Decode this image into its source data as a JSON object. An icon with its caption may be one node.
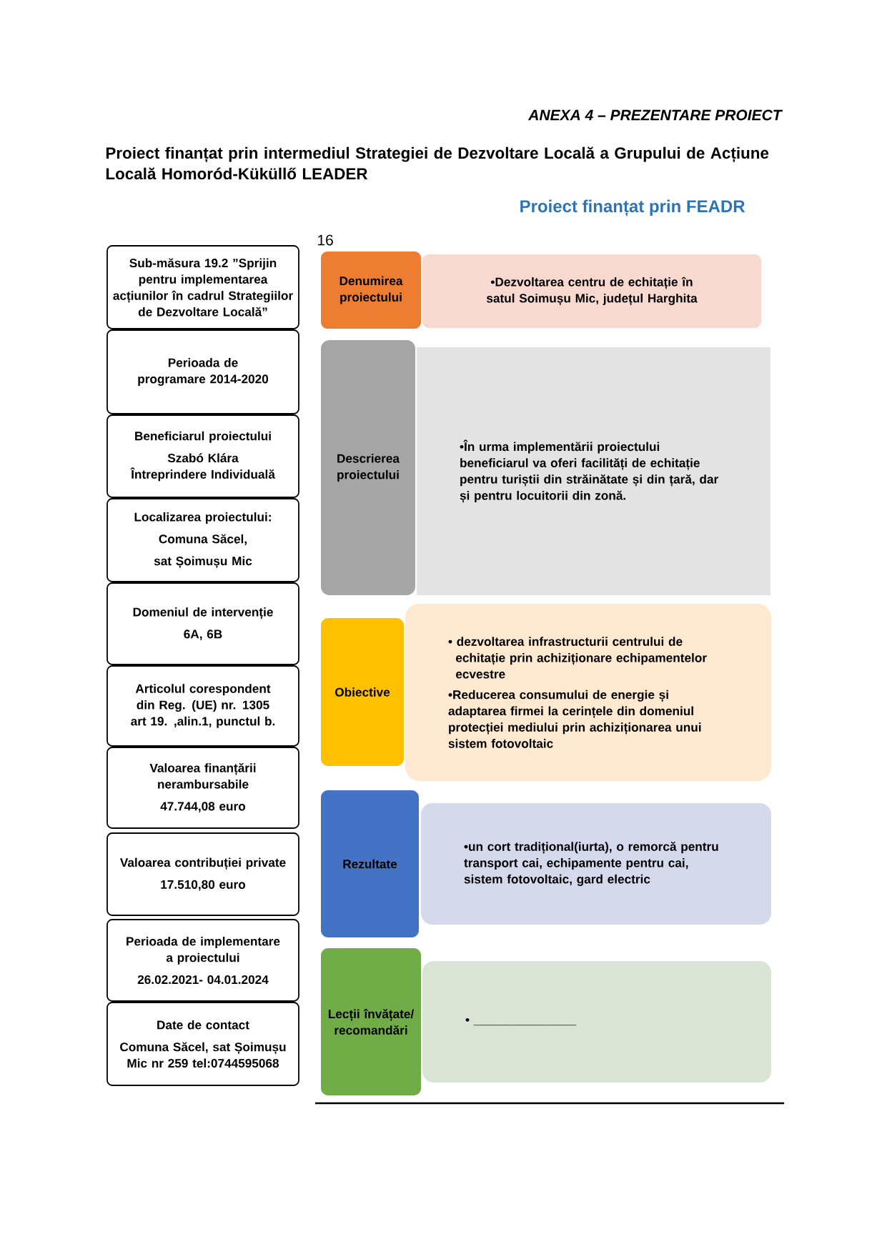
{
  "diagram": {
    "title": "Proiect finanțat prin intermediul Strategiei de Dezvoltare Locală a Grupului de Acțiune Locală Homoród-Küküllő LEADER",
    "nodes": [
      {
        "text": [
          "Sub-măsura 19.2 ”Sprijin pentru implementarea acțiunilor în cadrul Strategiilor de Dezvoltare Locală”"
        ]
      },
      {
        "text": [
          "Perioada de programare 2014-2020"
        ]
      },
      {
        "text": [
          "Beneficiarul proiectului",
          "Szabó Klára Întreprindere Individuală"
        ]
      },
      {
        "text": [
          "Localizarea proiectului:",
          "Comuna Săcel,",
          "sat Șoimușu Mic"
        ]
      },
      {
        "text": [
          "Domeniul de intervenție",
          "6A, 6B"
        ]
      },
      {
        "text": [
          "Articolul corespondent din Reg. (UE) nr. 1305 art 19. ,alin.1, punctul b."
        ]
      },
      {
        "text": [
          "Valoarea finanțării nerambursabile",
          "47.744,08 euro"
        ]
      },
      {
        "text": [
          "Valoarea contribuției private",
          "17.510,80 euro"
        ]
      },
      {
        "text": [
          "Perioada de implementare a proiectului",
          "26.02.2021- 04.01.2024"
        ]
      },
      {
        "text": [
          "Date de contact",
          "Comuna Săcel, sat Șoimușu Mic nr 259 tel:0744595068"
        ]
      },
      {
        "text": [
          "Denumirea proiectului"
        ]
      },
      {
        "text": [
          "•Dezvoltarea centru de echitație în satul Soimușu Mic, județul Harghita"
        ]
      },
      {
        "text": [
          "Descrierea proiectului"
        ]
      },
      {
        "text": [
          "•În urma implementării proiectului beneficiarul va oferi facilități de echitație pentru turiștii din străinătate și din țară, dar și pentru locuitorii din zonă."
        ]
      },
      {
        "text": [
          "Obiective"
        ]
      },
      {
        "text": [
          "• dezvoltarea infrastructurii centrului de echitație prin achiziționare echipamentelor ecvestre",
          "•Reducerea consumului de energie și adaptarea firmei la cerințele din domeniul protecției mediului prin achiziționarea unui sistem fotovoltaic"
        ]
      },
      {
        "text": [
          "Rezultate"
        ]
      },
      {
        "text": [
          "•un cort tradițional(iurta), o remorcă pentru transport cai, echipamente pentru cai, sistem fotovoltaic, gard electric"
        ]
      },
      {
        "text": [
          "Lecții învățate/ recomandări"
        ]
      },
      {
        "text": [
          "• _______________"
        ]
      }
    ],
    "labels": [
      "ANEXA 4 – PREZENTARE PROIECT",
      "Proiect finanțat prin FEADR",
      "16"
    ]
  }
}
